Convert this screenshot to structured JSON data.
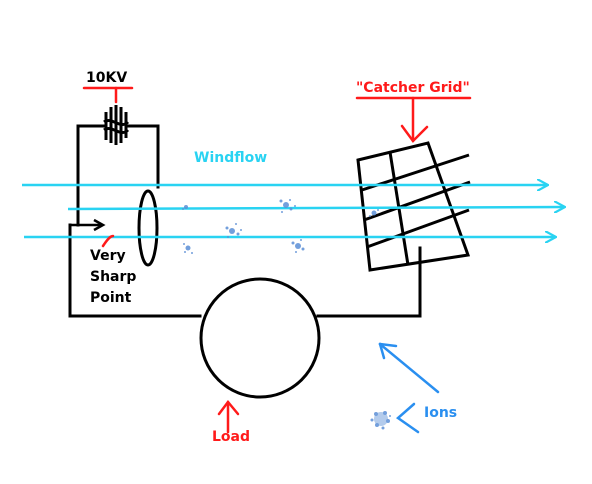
{
  "labels": {
    "voltage": "10KV",
    "catcher_grid": "\"Catcher Grid\"",
    "windflow": "Windflow",
    "sharp_point": [
      "Very",
      "Sharp",
      "Point"
    ],
    "load": "Load",
    "ions": "Ions"
  },
  "colors": {
    "circuit": "#000000",
    "annotation_red": "#ff1a1a",
    "wind_cyan": "#29d3f2",
    "ions_blue": "#2a8ff0",
    "ion_dots": "#5b8fd6"
  },
  "icons": {
    "ion_cloud": "ion-cloud-icon",
    "voltage_source": "coil-icon"
  }
}
